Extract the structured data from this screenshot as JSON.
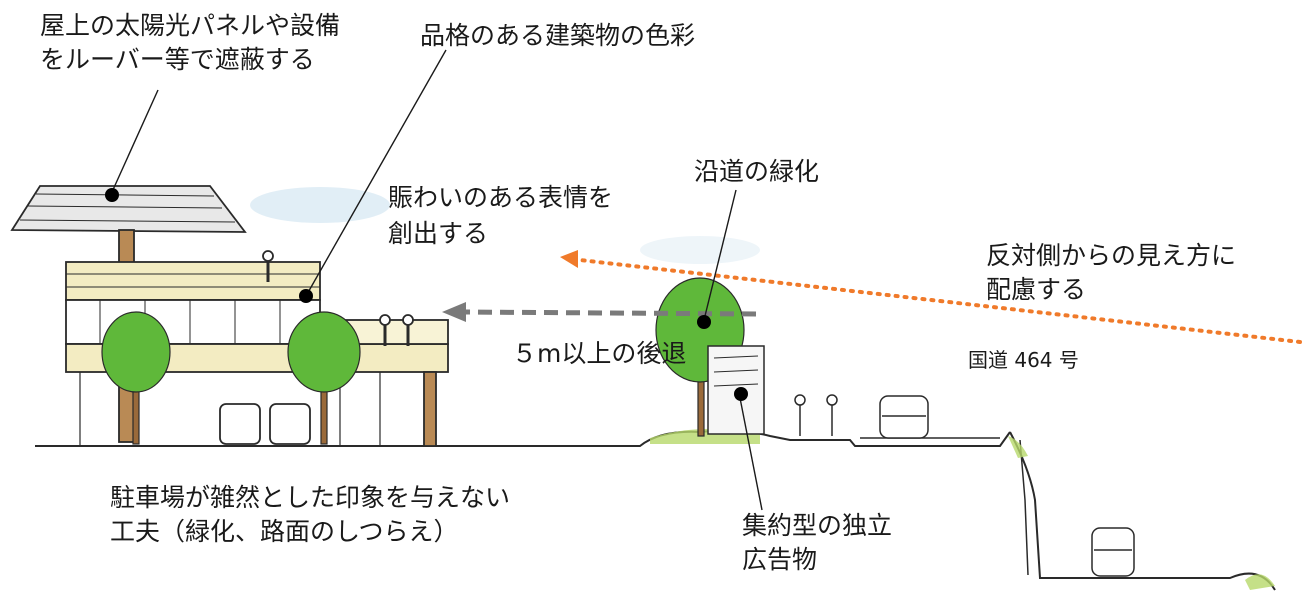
{
  "labels": {
    "solar_line1": "屋上の太陽光パネルや設備",
    "solar_line2": "をルーバー等で遮蔽する",
    "color": "品格のある建築物の色彩",
    "lively_line1": "賑わいのある表情を",
    "lively_line2": "創出する",
    "greening": "沿道の緑化",
    "opposite_line1": "反対側からの見え方に",
    "opposite_line2": "配慮する",
    "setback": "５m以上の後退",
    "route": "国道 464 号",
    "parking_line1": "駐車場が雑然とした印象を与えない",
    "parking_line2": "工夫（緑化、路面のしつらえ）",
    "sign_line1": "集約型の独立",
    "sign_line2": "広告物"
  },
  "colors": {
    "arrow_orange": "#f07a2a",
    "arrow_gray": "#7a7a7a",
    "tree_green": "#5fb83a",
    "floor_yellow": "#f1e6a6",
    "wood_brown": "#9a6a3a",
    "ink": "#2a2a2a",
    "sky_blue": "#a9cde4"
  }
}
